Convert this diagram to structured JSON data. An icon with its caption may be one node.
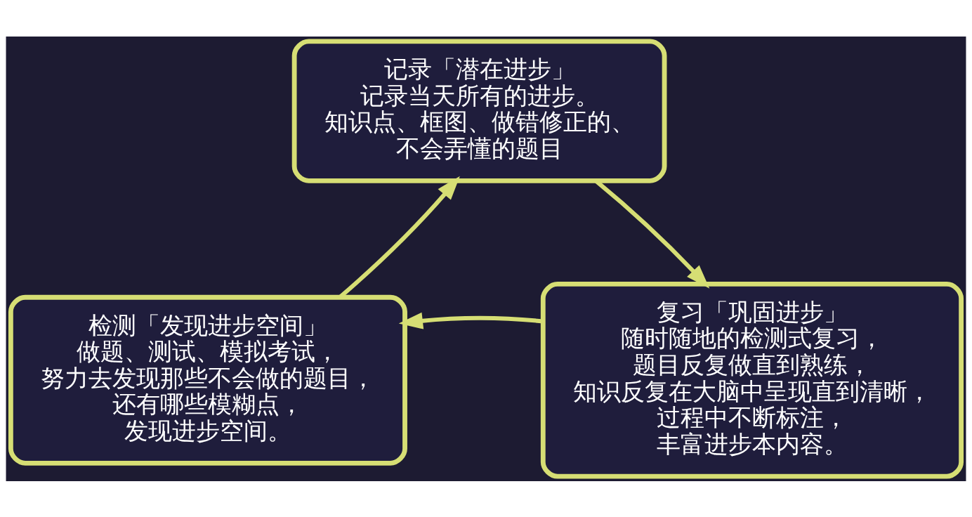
{
  "diagram": {
    "nodes": [
      {
        "text": [
          "记录「潜在进步」",
          "记录当天所有的进步。知识点、框图、做错修正的、不会弄懂的题目"
        ]
      },
      {
        "text": [
          "检测「发现进步空间」",
          "做题、测试、模拟考试，努力去发现那些不会做的题目，还有哪些模糊点，发现进步空间。"
        ]
      },
      {
        "text": [
          "复习「巩固进步」",
          "随时随地的检测式复习，题目反复做直到熟练，知识反复在大脑中呈现直到清晰，过程中不断标注，丰富进步本内容。"
        ]
      }
    ],
    "edges": [
      {
        "from": 0,
        "to": 2,
        "arrow": "to"
      },
      {
        "from": 2,
        "to": 1,
        "arrow": "to"
      },
      {
        "from": 1,
        "to": 0,
        "arrow": "to"
      }
    ]
  }
}
